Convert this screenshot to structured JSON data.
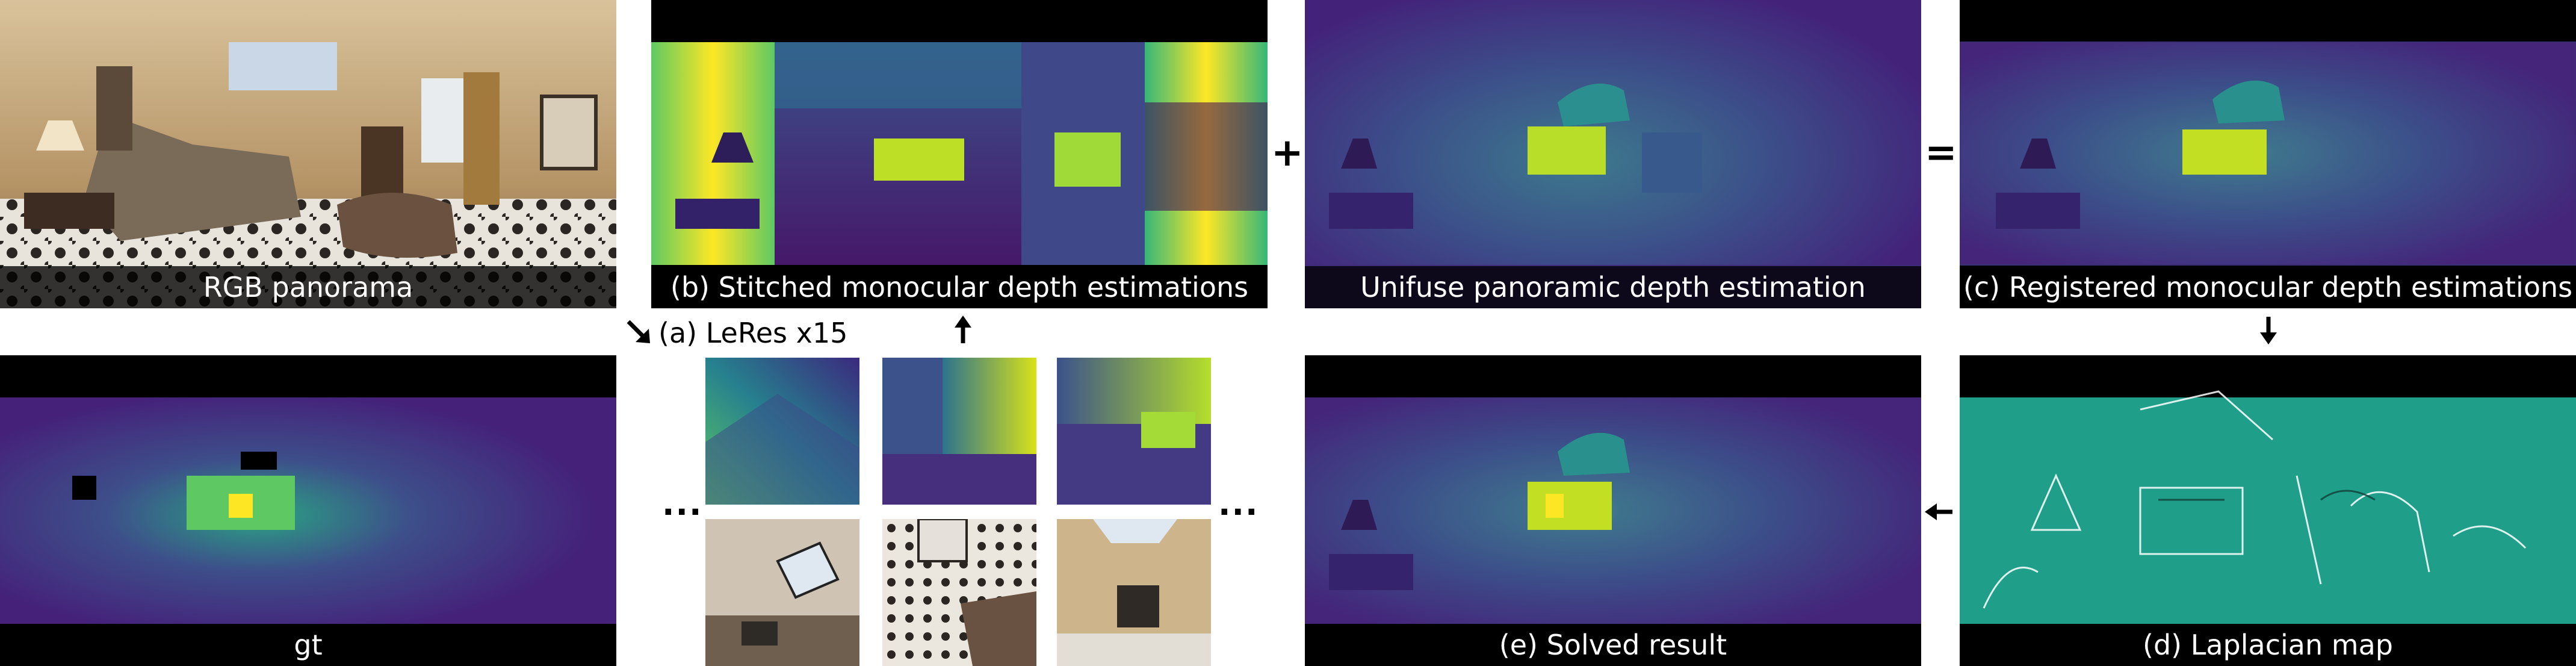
{
  "captions": {
    "rgb_panorama": "RGB panorama",
    "stitched": "(b) Stitched monocular depth estimations",
    "unifuse": "Unifuse panoramic depth estimation",
    "registered": "(c) Registered monocular depth estimations",
    "gt": "gt",
    "solved": "(e) Solved result",
    "laplacian": "(d) Laplacian map"
  },
  "operators": {
    "plus": "+",
    "equals": "="
  },
  "leres_label": "(a) LeRes x15",
  "ellipsis": "...",
  "icons": {
    "diag_arrow": "arrow-down-right-icon",
    "up_arrow": "arrow-up-icon",
    "down_arrow": "arrow-down-icon",
    "left_arrow": "arrow-left-icon"
  },
  "colors": {
    "viridis_dark": "#440154",
    "viridis_purple": "#3b2a7e",
    "viridis_teal": "#21918c",
    "viridis_green": "#5ec962",
    "viridis_yellow": "#fde725",
    "laplacian_bg": "#1f9e89"
  }
}
